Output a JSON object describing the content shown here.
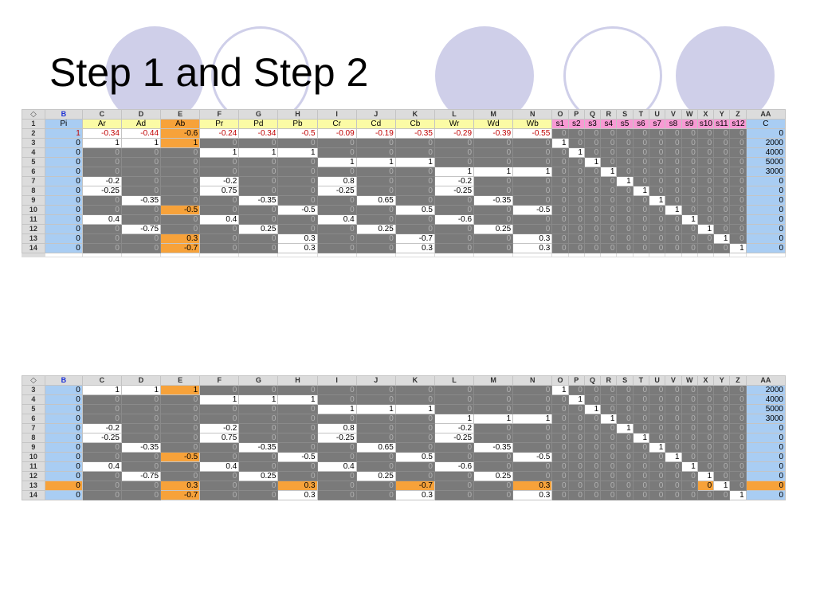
{
  "slide": {
    "title": "Step 1 and Step 2"
  },
  "colors": {
    "circle": "#cfcfe9",
    "blue": "#a9cdf3",
    "yellow": "#fbfba5",
    "pink": "#f89ad4",
    "orange": "#f7a23a",
    "gray": "#7a7a7a"
  },
  "sheet1": {
    "corner": "◇",
    "columns": [
      "B",
      "C",
      "D",
      "E",
      "F",
      "G",
      "H",
      "I",
      "J",
      "K",
      "L",
      "M",
      "N",
      "O",
      "P",
      "Q",
      "R",
      "S",
      "T",
      "U",
      "V",
      "W",
      "X",
      "Y",
      "Z",
      "AA"
    ],
    "rows": [
      {
        "num": "1",
        "cells": [
          "Pi",
          "Ar",
          "Ad",
          "Ab",
          "Pr",
          "Pd",
          "Pb",
          "Cr",
          "Cd",
          "Cb",
          "Wr",
          "Wd",
          "Wb",
          "s1",
          "s2",
          "s3",
          "s4",
          "s5",
          "s6",
          "s7",
          "s8",
          "s9",
          "s10",
          "s11",
          "s12",
          "C"
        ]
      },
      {
        "num": "2",
        "cells": [
          "1",
          "-0.34",
          "-0.44",
          "-0.6",
          "-0.24",
          "-0.34",
          "-0.5",
          "-0.09",
          "-0.19",
          "-0.35",
          "-0.29",
          "-0.39",
          "-0.55",
          "0",
          "0",
          "0",
          "0",
          "0",
          "0",
          "0",
          "0",
          "0",
          "0",
          "0",
          "0",
          "0"
        ]
      },
      {
        "num": "3",
        "cells": [
          "0",
          "1",
          "1",
          "1",
          "0",
          "0",
          "0",
          "0",
          "0",
          "0",
          "0",
          "0",
          "0",
          "1",
          "0",
          "0",
          "0",
          "0",
          "0",
          "0",
          "0",
          "0",
          "0",
          "0",
          "0",
          "2000"
        ]
      },
      {
        "num": "4",
        "cells": [
          "0",
          "0",
          "0",
          "0",
          "1",
          "1",
          "1",
          "0",
          "0",
          "0",
          "0",
          "0",
          "0",
          "0",
          "1",
          "0",
          "0",
          "0",
          "0",
          "0",
          "0",
          "0",
          "0",
          "0",
          "0",
          "4000"
        ]
      },
      {
        "num": "5",
        "cells": [
          "0",
          "0",
          "0",
          "0",
          "0",
          "0",
          "0",
          "1",
          "1",
          "1",
          "0",
          "0",
          "0",
          "0",
          "0",
          "1",
          "0",
          "0",
          "0",
          "0",
          "0",
          "0",
          "0",
          "0",
          "0",
          "5000"
        ]
      },
      {
        "num": "6",
        "cells": [
          "0",
          "0",
          "0",
          "0",
          "0",
          "0",
          "0",
          "0",
          "0",
          "0",
          "1",
          "1",
          "1",
          "0",
          "0",
          "0",
          "1",
          "0",
          "0",
          "0",
          "0",
          "0",
          "0",
          "0",
          "0",
          "3000"
        ]
      },
      {
        "num": "7",
        "cells": [
          "0",
          "-0.2",
          "0",
          "0",
          "-0.2",
          "0",
          "0",
          "0.8",
          "0",
          "0",
          "-0.2",
          "0",
          "0",
          "0",
          "0",
          "0",
          "0",
          "1",
          "0",
          "0",
          "0",
          "0",
          "0",
          "0",
          "0",
          "0"
        ]
      },
      {
        "num": "8",
        "cells": [
          "0",
          "-0.25",
          "0",
          "0",
          "0.75",
          "0",
          "0",
          "-0.25",
          "0",
          "0",
          "-0.25",
          "0",
          "0",
          "0",
          "0",
          "0",
          "0",
          "0",
          "1",
          "0",
          "0",
          "0",
          "0",
          "0",
          "0",
          "0"
        ]
      },
      {
        "num": "9",
        "cells": [
          "0",
          "0",
          "-0.35",
          "0",
          "0",
          "-0.35",
          "0",
          "0",
          "0.65",
          "0",
          "0",
          "-0.35",
          "0",
          "0",
          "0",
          "0",
          "0",
          "0",
          "0",
          "1",
          "0",
          "0",
          "0",
          "0",
          "0",
          "0"
        ]
      },
      {
        "num": "10",
        "cells": [
          "0",
          "0",
          "0",
          "-0.5",
          "0",
          "0",
          "-0.5",
          "0",
          "0",
          "0.5",
          "0",
          "0",
          "-0.5",
          "0",
          "0",
          "0",
          "0",
          "0",
          "0",
          "0",
          "1",
          "0",
          "0",
          "0",
          "0",
          "0"
        ]
      },
      {
        "num": "11",
        "cells": [
          "0",
          "0.4",
          "0",
          "0",
          "0.4",
          "0",
          "0",
          "0.4",
          "0",
          "0",
          "-0.6",
          "0",
          "0",
          "0",
          "0",
          "0",
          "0",
          "0",
          "0",
          "0",
          "0",
          "1",
          "0",
          "0",
          "0",
          "0"
        ]
      },
      {
        "num": "12",
        "cells": [
          "0",
          "0",
          "-0.75",
          "0",
          "0",
          "0.25",
          "0",
          "0",
          "0.25",
          "0",
          "0",
          "0.25",
          "0",
          "0",
          "0",
          "0",
          "0",
          "0",
          "0",
          "0",
          "0",
          "0",
          "1",
          "0",
          "0",
          "0"
        ]
      },
      {
        "num": "13",
        "cells": [
          "0",
          "0",
          "0",
          "0.3",
          "0",
          "0",
          "0.3",
          "0",
          "0",
          "-0.7",
          "0",
          "0",
          "0.3",
          "0",
          "0",
          "0",
          "0",
          "0",
          "0",
          "0",
          "0",
          "0",
          "0",
          "1",
          "0",
          "0"
        ]
      },
      {
        "num": "14",
        "cells": [
          "0",
          "0",
          "0",
          "-0.7",
          "0",
          "0",
          "0.3",
          "0",
          "0",
          "0.3",
          "0",
          "0",
          "0.3",
          "0",
          "0",
          "0",
          "0",
          "0",
          "0",
          "0",
          "0",
          "0",
          "0",
          "0",
          "1",
          "0"
        ]
      }
    ]
  },
  "sheet2": {
    "corner": "◇",
    "columns": [
      "B",
      "C",
      "D",
      "E",
      "F",
      "G",
      "H",
      "I",
      "J",
      "K",
      "L",
      "M",
      "N",
      "O",
      "P",
      "Q",
      "R",
      "S",
      "T",
      "U",
      "V",
      "W",
      "X",
      "Y",
      "Z",
      "AA"
    ],
    "rows": [
      {
        "num": "3",
        "cells": [
          "0",
          "1",
          "1",
          "1",
          "0",
          "0",
          "0",
          "0",
          "0",
          "0",
          "0",
          "0",
          "0",
          "1",
          "0",
          "0",
          "0",
          "0",
          "0",
          "0",
          "0",
          "0",
          "0",
          "0",
          "0",
          "2000"
        ]
      },
      {
        "num": "4",
        "cells": [
          "0",
          "0",
          "0",
          "0",
          "1",
          "1",
          "1",
          "0",
          "0",
          "0",
          "0",
          "0",
          "0",
          "0",
          "1",
          "0",
          "0",
          "0",
          "0",
          "0",
          "0",
          "0",
          "0",
          "0",
          "0",
          "4000"
        ]
      },
      {
        "num": "5",
        "cells": [
          "0",
          "0",
          "0",
          "0",
          "0",
          "0",
          "0",
          "1",
          "1",
          "1",
          "0",
          "0",
          "0",
          "0",
          "0",
          "1",
          "0",
          "0",
          "0",
          "0",
          "0",
          "0",
          "0",
          "0",
          "0",
          "5000"
        ]
      },
      {
        "num": "6",
        "cells": [
          "0",
          "0",
          "0",
          "0",
          "0",
          "0",
          "0",
          "0",
          "0",
          "0",
          "1",
          "1",
          "1",
          "0",
          "0",
          "0",
          "1",
          "0",
          "0",
          "0",
          "0",
          "0",
          "0",
          "0",
          "0",
          "3000"
        ]
      },
      {
        "num": "7",
        "cells": [
          "0",
          "-0.2",
          "0",
          "0",
          "-0.2",
          "0",
          "0",
          "0.8",
          "0",
          "0",
          "-0.2",
          "0",
          "0",
          "0",
          "0",
          "0",
          "0",
          "1",
          "0",
          "0",
          "0",
          "0",
          "0",
          "0",
          "0",
          "0"
        ]
      },
      {
        "num": "8",
        "cells": [
          "0",
          "-0.25",
          "0",
          "0",
          "0.75",
          "0",
          "0",
          "-0.25",
          "0",
          "0",
          "-0.25",
          "0",
          "0",
          "0",
          "0",
          "0",
          "0",
          "0",
          "1",
          "0",
          "0",
          "0",
          "0",
          "0",
          "0",
          "0"
        ]
      },
      {
        "num": "9",
        "cells": [
          "0",
          "0",
          "-0.35",
          "0",
          "0",
          "-0.35",
          "0",
          "0",
          "0.65",
          "0",
          "0",
          "-0.35",
          "0",
          "0",
          "0",
          "0",
          "0",
          "0",
          "0",
          "1",
          "0",
          "0",
          "0",
          "0",
          "0",
          "0"
        ]
      },
      {
        "num": "10",
        "cells": [
          "0",
          "0",
          "0",
          "-0.5",
          "0",
          "0",
          "-0.5",
          "0",
          "0",
          "0.5",
          "0",
          "0",
          "-0.5",
          "0",
          "0",
          "0",
          "0",
          "0",
          "0",
          "0",
          "1",
          "0",
          "0",
          "0",
          "0",
          "0"
        ]
      },
      {
        "num": "11",
        "cells": [
          "0",
          "0.4",
          "0",
          "0",
          "0.4",
          "0",
          "0",
          "0.4",
          "0",
          "0",
          "-0.6",
          "0",
          "0",
          "0",
          "0",
          "0",
          "0",
          "0",
          "0",
          "0",
          "0",
          "1",
          "0",
          "0",
          "0",
          "0"
        ]
      },
      {
        "num": "12",
        "cells": [
          "0",
          "0",
          "-0.75",
          "0",
          "0",
          "0.25",
          "0",
          "0",
          "0.25",
          "0",
          "0",
          "0.25",
          "0",
          "0",
          "0",
          "0",
          "0",
          "0",
          "0",
          "0",
          "0",
          "0",
          "1",
          "0",
          "0",
          "0"
        ]
      },
      {
        "num": "13",
        "cells": [
          "0",
          "0",
          "0",
          "0.3",
          "0",
          "0",
          "0.3",
          "0",
          "0",
          "-0.7",
          "0",
          "0",
          "0.3",
          "0",
          "0",
          "0",
          "0",
          "0",
          "0",
          "0",
          "0",
          "0",
          "0",
          "1",
          "0",
          "0"
        ]
      },
      {
        "num": "14",
        "cells": [
          "0",
          "0",
          "0",
          "-0.7",
          "0",
          "0",
          "0.3",
          "0",
          "0",
          "0.3",
          "0",
          "0",
          "0.3",
          "0",
          "0",
          "0",
          "0",
          "0",
          "0",
          "0",
          "0",
          "0",
          "0",
          "0",
          "1",
          "0"
        ]
      }
    ]
  }
}
